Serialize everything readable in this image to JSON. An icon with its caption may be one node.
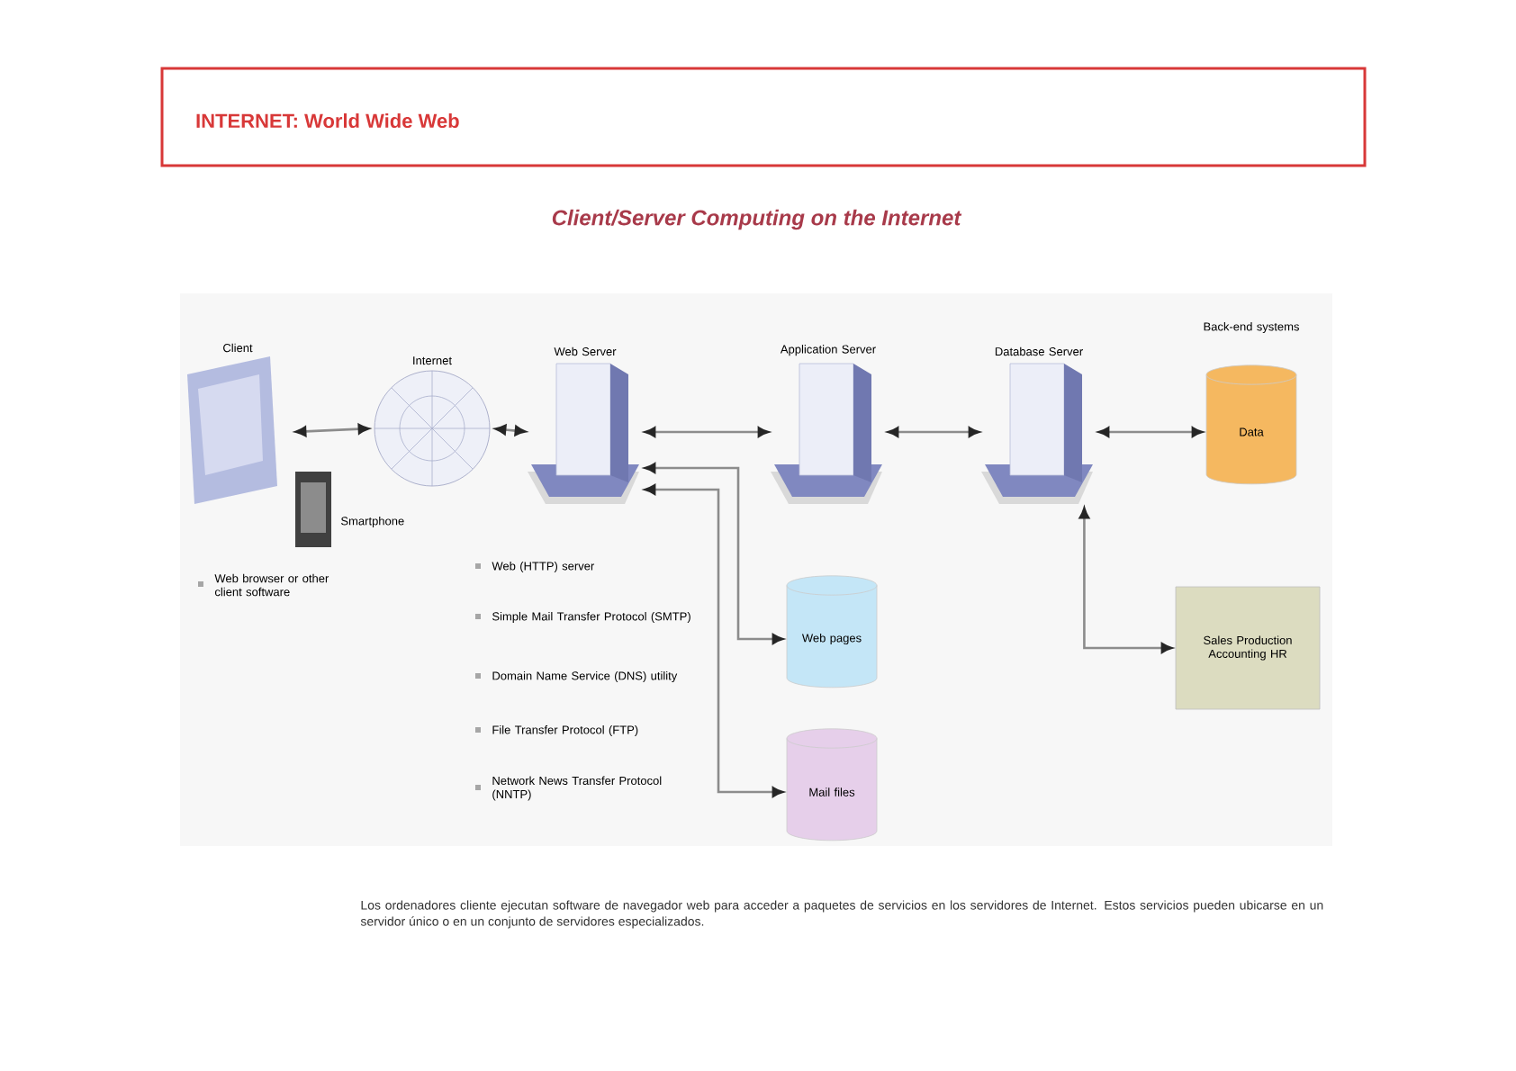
{
  "diagram": {
    "title": "INTERNET: World Wide Web",
    "caption": "Los ordenadores cliente ejecutan software de navegador web para acceder a paquetes de servicios en los servidores de Internet. Estos servicios pueden ubicarse en un servidor único o en un conjunto de servidores especializados.",
    "nodes": [
      {
        "text": [
          "Client"
        ]
      },
      {
        "text": [
          "Internet"
        ]
      },
      {
        "text": [
          "Web Server"
        ]
      },
      {
        "text": [
          "Application Server"
        ]
      },
      {
        "text": [
          "Database Server"
        ]
      },
      {
        "text": [
          "Data"
        ]
      },
      {
        "text": [
          "Sales Production Accounting HR"
        ]
      },
      {
        "text": [
          "Web pages"
        ]
      },
      {
        "text": [
          "Mail files"
        ]
      }
    ],
    "edges": [
      {
        "from": 0,
        "to": 1,
        "arrow": "both"
      },
      {
        "from": 1,
        "to": 2,
        "arrow": "both"
      },
      {
        "from": 2,
        "to": 3,
        "arrow": "both"
      },
      {
        "from": 2,
        "to": 7,
        "arrow": "both"
      },
      {
        "from": 2,
        "to": 8,
        "arrow": "both"
      },
      {
        "from": 3,
        "to": 4,
        "arrow": "both"
      },
      {
        "from": 4,
        "to": 5,
        "arrow": "both"
      },
      {
        "from": 4,
        "to": 6,
        "arrow": "both"
      }
    ],
    "labels": [
      "Client/Server Computing on the Internet",
      "Back-end systems",
      "Smartphone",
      "Web browser or other client software",
      "Web (HTTP) server",
      "Simple Mail Transfer Protocol (SMTP)",
      "Domain Name Service (DNS) utility",
      "File Transfer Protocol (FTP)",
      "Network News Transfer Protocol (NNTP)"
    ]
  }
}
